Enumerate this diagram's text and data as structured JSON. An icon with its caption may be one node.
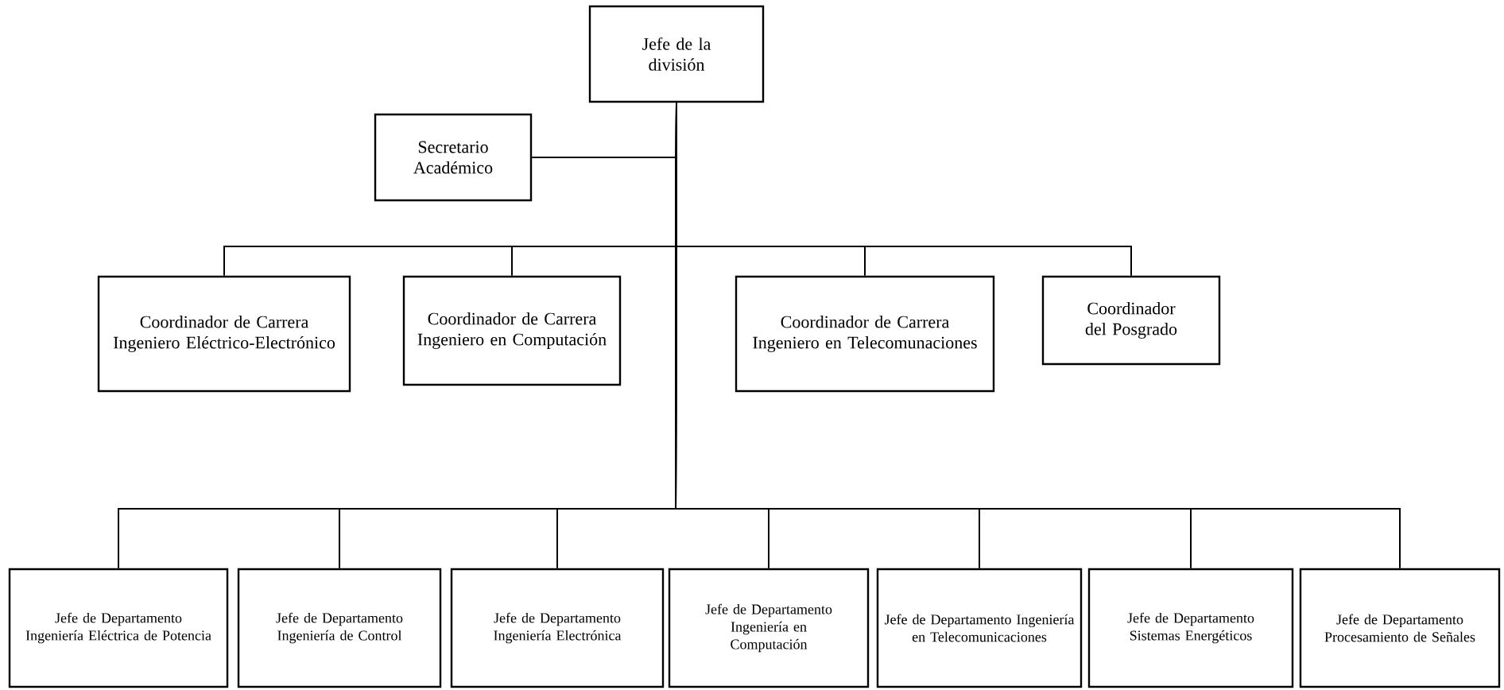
{
  "diagram": {
    "nodes": [
      {
        "text": [
          "Jefe de la división"
        ]
      },
      {
        "text": [
          "Secretario Académico"
        ]
      },
      {
        "text": [
          "Coordinador de Carrera Ingeniero Eléctrico-Electrónico"
        ]
      },
      {
        "text": [
          "Coordinador de Carrera Ingeniero en Computación"
        ]
      },
      {
        "text": [
          "Coordinador de Carrera Ingeniero en Telecomunaciones"
        ]
      },
      {
        "text": [
          "Coordinador del Posgrado"
        ]
      },
      {
        "text": [
          "Jefe de Departamento Ingeniería Eléctrica de Potencia"
        ]
      },
      {
        "text": [
          "Jefe de Departamento Ingeniería de Control"
        ]
      },
      {
        "text": [
          "Jefe de Departamento Ingeniería Electrónica"
        ]
      },
      {
        "text": [
          "Jefe de Departamento Ingeniería en Computación"
        ]
      },
      {
        "text": [
          "Jefe de Departamento Ingeniería en Telecomunicaciones"
        ]
      },
      {
        "text": [
          "Jefe de Departamento Sistemas Energéticos"
        ]
      },
      {
        "text": [
          "Jefe de Departamento Procesamiento de Señales"
        ]
      }
    ],
    "edges": [
      {
        "from": 0,
        "to": 1,
        "arrow": "none"
      },
      {
        "from": 0,
        "to": 2,
        "arrow": "none"
      },
      {
        "from": 0,
        "to": 3,
        "arrow": "none"
      },
      {
        "from": 0,
        "to": 4,
        "arrow": "none"
      },
      {
        "from": 0,
        "to": 5,
        "arrow": "none"
      },
      {
        "from": 0,
        "to": 6,
        "arrow": "none"
      },
      {
        "from": 0,
        "to": 7,
        "arrow": "none"
      },
      {
        "from": 0,
        "to": 8,
        "arrow": "none"
      },
      {
        "from": 0,
        "to": 9,
        "arrow": "none"
      },
      {
        "from": 0,
        "to": 10,
        "arrow": "none"
      },
      {
        "from": 0,
        "to": 11,
        "arrow": "none"
      },
      {
        "from": 0,
        "to": 12,
        "arrow": "none"
      }
    ]
  }
}
